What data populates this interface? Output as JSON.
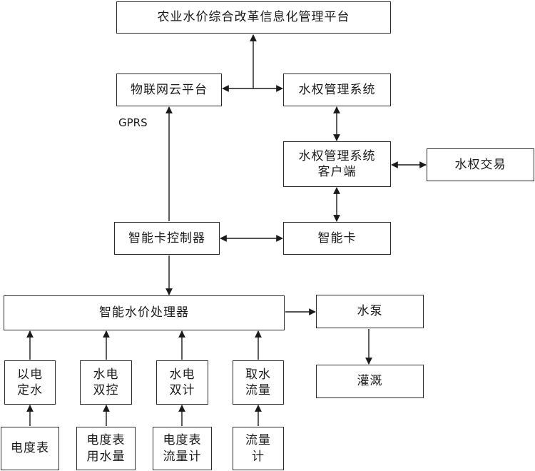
{
  "nodes": {
    "platform": "农业水价综合改革信息化管理平台",
    "iot_cloud": "物联网云平台",
    "water_rights_system": "水权管理系统",
    "water_rights_client": "水权管理系统\n客户端",
    "water_rights_trade": "水权交易",
    "card_controller": "智能卡控制器",
    "smart_card": "智能卡",
    "processor": "智能水价处理器",
    "pump": "水泵",
    "irrigation": "灌溉",
    "mode_1": "以电\n定水",
    "mode_2": "水电\n双控",
    "mode_3": "水电\n双计",
    "mode_4": "取水\n流量",
    "meter_1": "电度表",
    "meter_2": "电度表\n用水量",
    "meter_3": "电度表\n流量计",
    "meter_4": "流量\n计"
  },
  "edge_labels": {
    "gprs": "GPRS"
  }
}
